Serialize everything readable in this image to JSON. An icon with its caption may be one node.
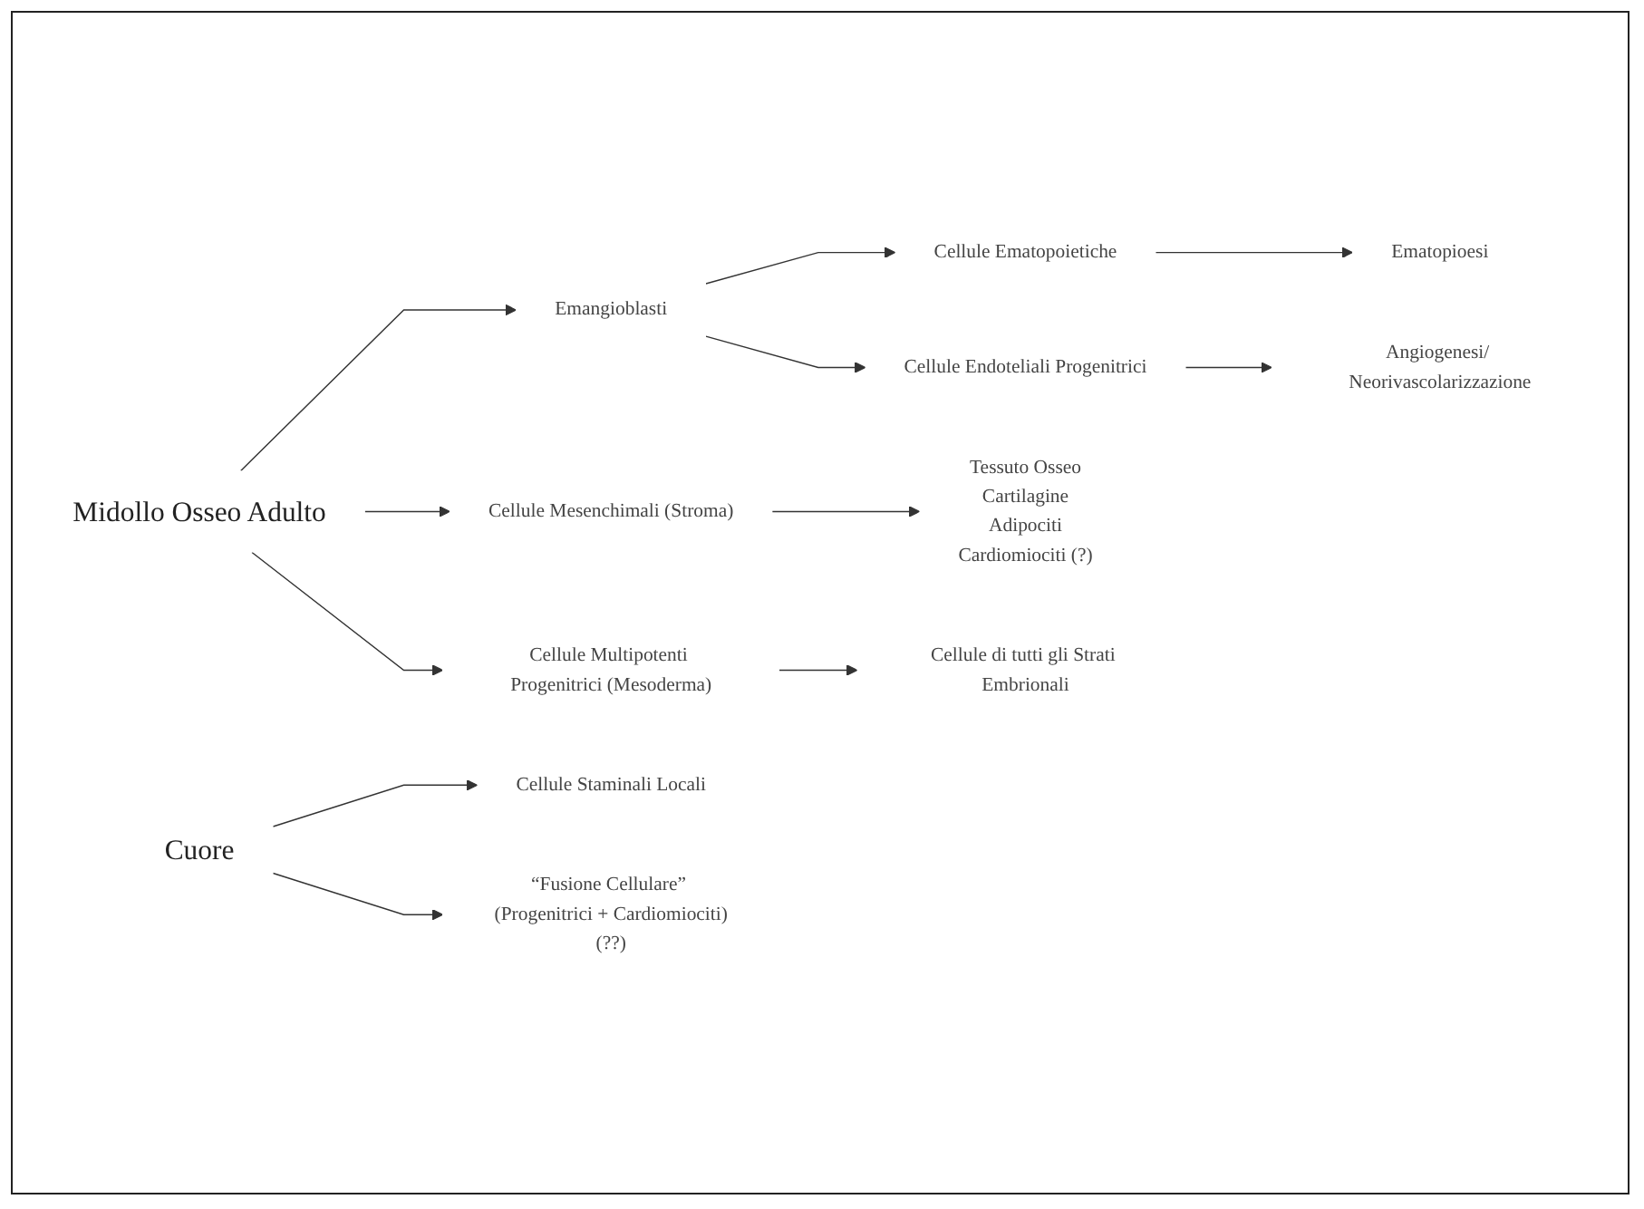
{
  "diagram": {
    "nodes": [
      {
        "text": [
          "Midollo Osseo Adulto"
        ]
      },
      {
        "text": [
          "Emangioblasti"
        ]
      },
      {
        "text": [
          "Cellule Ematopoietiche"
        ]
      },
      {
        "text": [
          "Ematopioesi"
        ]
      },
      {
        "text": [
          "Cellule Endoteliali Progenitrici"
        ]
      },
      {
        "text": [
          "Angiogenesi/ Neorivascolarizzazione"
        ]
      },
      {
        "text": [
          "Cellule Mesenchimali (Stroma)"
        ]
      },
      {
        "text": [
          "Tessuto Osseo",
          "Cartilagine",
          "Adipociti",
          "Cardiomiociti (?)"
        ]
      },
      {
        "text": [
          "Cellule Multipotenti Progenitrici (Mesoderma)"
        ]
      },
      {
        "text": [
          "Cellule di tutti gli Strati Embrionali"
        ]
      },
      {
        "text": [
          "Cuore"
        ]
      },
      {
        "text": [
          "Cellule Staminali Locali"
        ]
      },
      {
        "text": [
          "“Fusione Cellulare” (Progenitrici + Cardiomiociti)(??)"
        ]
      }
    ],
    "edges": [
      {
        "from": 0,
        "to": 1,
        "arrow": "to"
      },
      {
        "from": 1,
        "to": 2,
        "arrow": "to"
      },
      {
        "from": 2,
        "to": 3,
        "arrow": "to"
      },
      {
        "from": 1,
        "to": 4,
        "arrow": "to"
      },
      {
        "from": 4,
        "to": 5,
        "arrow": "to"
      },
      {
        "from": 0,
        "to": 6,
        "arrow": "to"
      },
      {
        "from": 6,
        "to": 7,
        "arrow": "to"
      },
      {
        "from": 0,
        "to": 8,
        "arrow": "to"
      },
      {
        "from": 8,
        "to": 9,
        "arrow": "to"
      },
      {
        "from": 10,
        "to": 11,
        "arrow": "to"
      },
      {
        "from": 10,
        "to": 12,
        "arrow": "to"
      }
    ]
  }
}
